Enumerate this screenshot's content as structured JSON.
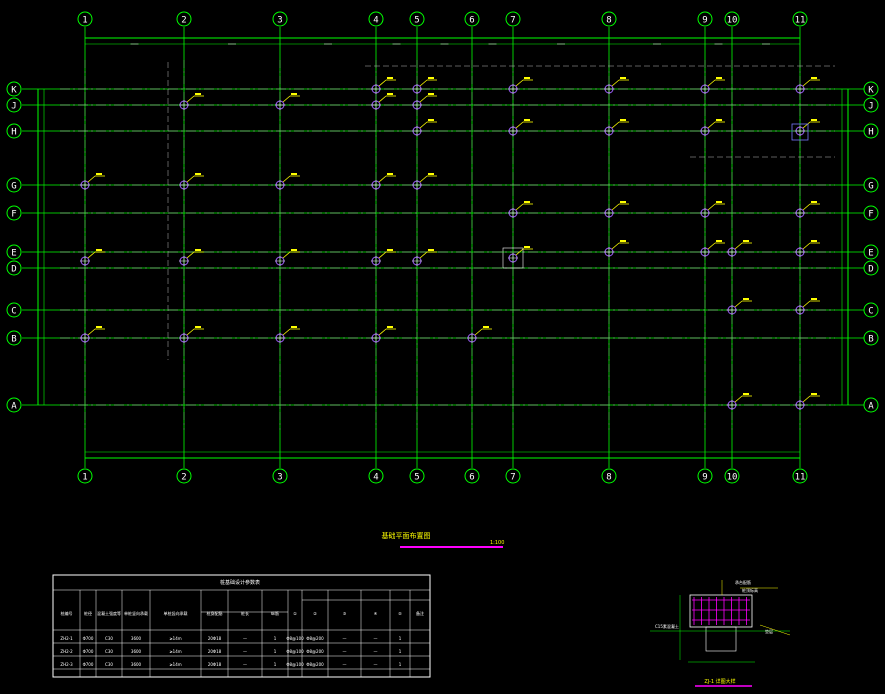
{
  "grid": {
    "columns": [
      "1",
      "2",
      "3",
      "4",
      "5",
      "6",
      "7",
      "8",
      "9",
      "10",
      "11"
    ],
    "rows": [
      "K",
      "J",
      "H",
      "G",
      "F",
      "E",
      "D",
      "C",
      "B",
      "A"
    ]
  },
  "plan_title": "基础平面布置图",
  "plan_scale": "1:100",
  "table": {
    "title": "桩基础设计参数表",
    "headers": [
      "桩编号",
      "桩径",
      "混凝土强度等级",
      "单桩竖向承载力特征值(kN)",
      "单桩竖向承载力(kN)",
      "桩身配筋",
      "桩长",
      "纵筋",
      "①",
      "②",
      "③",
      "④",
      "⑤",
      "备注"
    ],
    "rows": [
      [
        "ZH2-1",
        "Φ700",
        "C30",
        "3600",
        "≥14m",
        "20Φ18",
        "—",
        "1",
        "Φ8@100",
        "Φ8@200",
        "—",
        "—",
        "1"
      ],
      [
        "ZH2-2",
        "Φ700",
        "C30",
        "3600",
        "≥14m",
        "20Φ18",
        "—",
        "1",
        "Φ8@100",
        "Φ8@200",
        "—",
        "—",
        "1"
      ],
      [
        "ZH2-3",
        "Φ700",
        "C30",
        "3600",
        "≥14m",
        "20Φ18",
        "—",
        "1",
        "Φ8@100",
        "Φ8@200",
        "—",
        "—",
        "1"
      ]
    ]
  },
  "detail": {
    "title": "ZJ-1 详图大样",
    "labels": [
      "承台配筋",
      "桩顶标高",
      "垫层",
      "C15素混凝土"
    ]
  },
  "colors": {
    "background": "#000000",
    "grid_line": "#00ff00",
    "axis_line": "#ffffff",
    "pile": "#a060ff",
    "leader": "#ffff00",
    "accent": "#ff00ff"
  },
  "icons": [
    "pile-marker-icon",
    "axis-bubble-icon"
  ]
}
